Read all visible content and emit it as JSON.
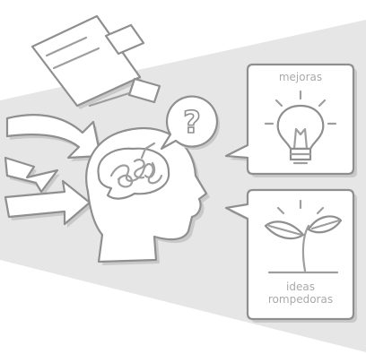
{
  "diagram": {
    "panels": [
      {
        "label": "mejoras",
        "icon": "lightbulb-icon"
      },
      {
        "label_lines": [
          "ideas",
          "rompedoras"
        ],
        "icon": "sprout-icon"
      }
    ],
    "question_mark": "?",
    "colors": {
      "beam": "#e6e6e6",
      "outline": "#8f8f8f",
      "label": "#a9a9a9"
    }
  }
}
